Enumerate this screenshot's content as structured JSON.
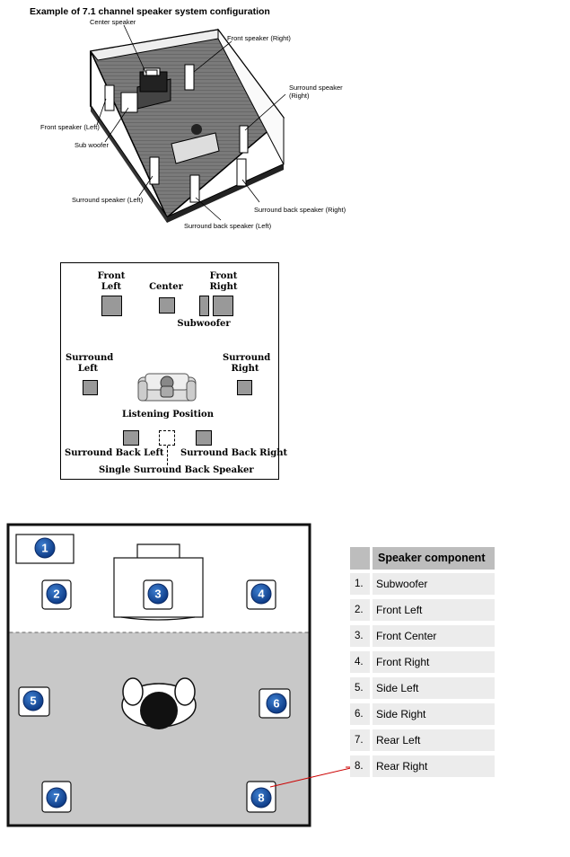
{
  "diagram1": {
    "title": "Example of 7.1 channel speaker system configuration",
    "labels": {
      "center": "Center speaker",
      "front_right": "Front speaker (Right)",
      "surround_right": "Surround speaker\n(Right)",
      "front_left": "Front speaker (Left)",
      "sub": "Sub woofer",
      "surround_left": "Surround speaker (Left)",
      "surround_back_right": "Surround back speaker (Right)",
      "surround_back_left": "Surround back speaker (Left)"
    }
  },
  "diagram2": {
    "front_left": "Front\nLeft",
    "center": "Center",
    "front_right": "Front\nRight",
    "subwoofer": "Subwoofer",
    "surround_left": "Surround\nLeft",
    "surround_right": "Surround\nRight",
    "listening": "Listening Position",
    "surround_back_left": "Surround Back Left",
    "surround_back_right": "Surround Back Right",
    "single_back": "Single Surround Back Speaker"
  },
  "diagram3": {
    "badges": [
      "1",
      "2",
      "3",
      "4",
      "5",
      "6",
      "7",
      "8"
    ]
  },
  "table": {
    "header": "Speaker component",
    "rows": [
      {
        "num": "1.",
        "label": "Subwoofer"
      },
      {
        "num": "2.",
        "label": "Front Left"
      },
      {
        "num": "3.",
        "label": "Front Center"
      },
      {
        "num": "4.",
        "label": "Front Right"
      },
      {
        "num": "5.",
        "label": "Side Left"
      },
      {
        "num": "6.",
        "label": "Side Right"
      },
      {
        "num": "7.",
        "label": "Rear Left"
      },
      {
        "num": "8.",
        "label": "Rear Right"
      }
    ]
  }
}
